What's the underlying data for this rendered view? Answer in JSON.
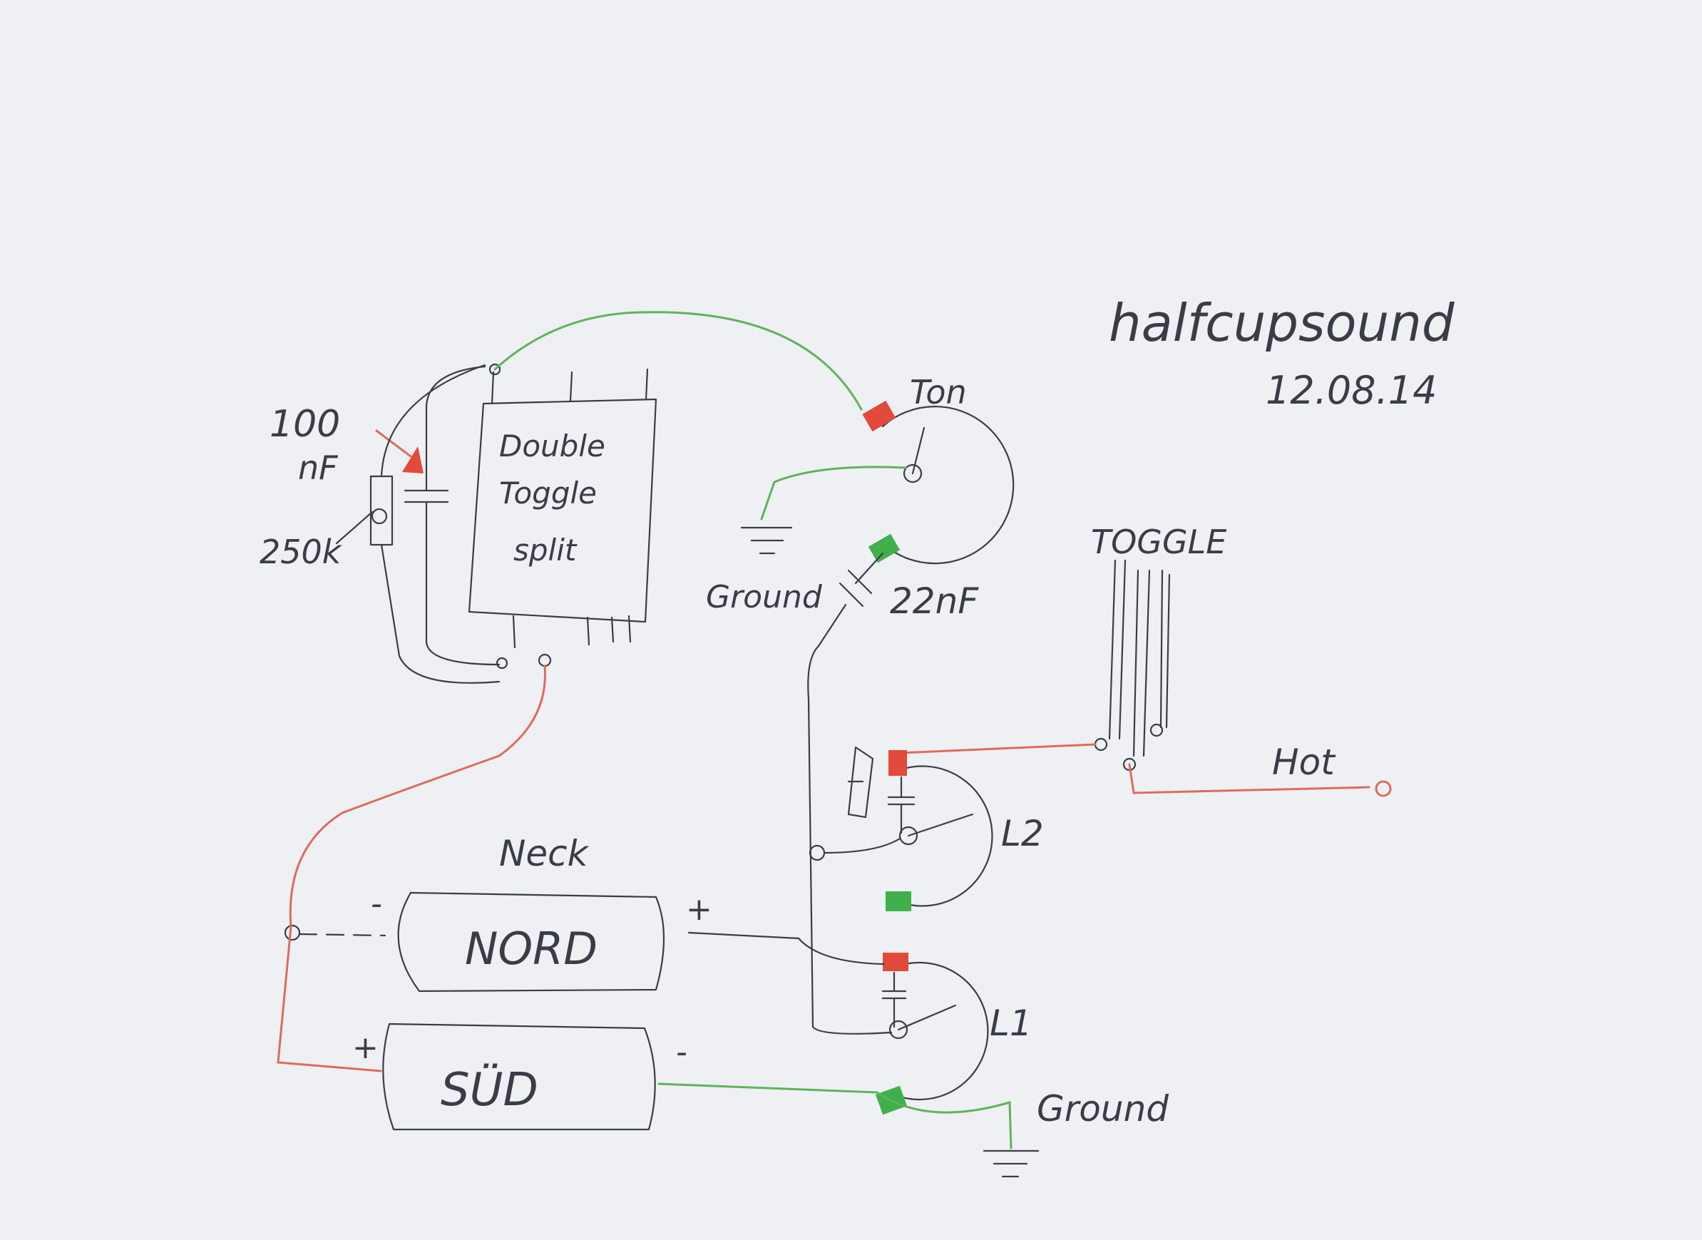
{
  "labels": {
    "title": "halfcupsound",
    "date": "12.08.14",
    "switch_line1": "Double",
    "switch_line2": "Toggle",
    "switch_line3": "split",
    "cap_100_value": "100",
    "cap_100_unit": "nF",
    "pot_250k": "250k",
    "tone": "Ton",
    "ground_tone": "Ground",
    "cap_22": "22nF",
    "toggle": "TOGGLE",
    "hot": "Hot",
    "vol_l2": "L2",
    "vol_l1": "L1",
    "neck": "Neck",
    "coil_nord": "NORD",
    "coil_sued": "SÜD",
    "ground_vol": "Ground",
    "minus_nord": "-",
    "plus_nord": "+",
    "plus_sued": "+",
    "minus_sued": "-"
  },
  "colors": {
    "paper": "#eef0f4",
    "ink": "#3a3d48",
    "green_wire": "#5fb35a",
    "red_wire": "#e06a5e"
  }
}
